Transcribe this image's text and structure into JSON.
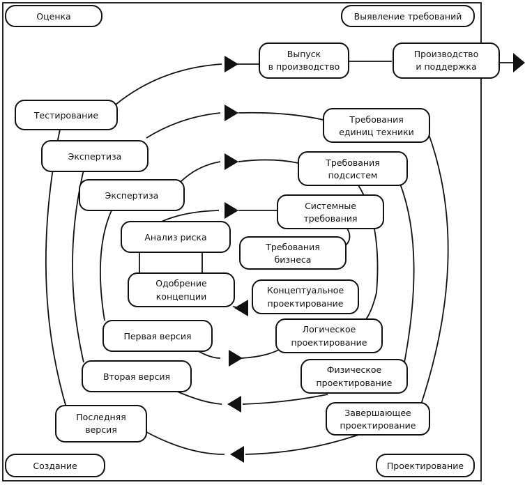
{
  "corners": {
    "top_left": "Оценка",
    "top_right": "Выявление требований",
    "bottom_left": "Создание",
    "bottom_right": "Проектирование"
  },
  "nodes": {
    "release": [
      "Выпуск",
      "в производство"
    ],
    "production": [
      "Производство",
      "и поддержка"
    ],
    "testing": [
      "Тестирование"
    ],
    "unit_requirements": [
      "Требования",
      "единиц техники"
    ],
    "review_outer": [
      "Экспертиза"
    ],
    "subsystem_requirements": [
      "Требования",
      "подсистем"
    ],
    "review_inner": [
      "Экспертиза"
    ],
    "system_requirements": [
      "Системные",
      "требования"
    ],
    "risk_analysis": [
      "Анализ риска"
    ],
    "business_requirements": [
      "Требования",
      "бизнеса"
    ],
    "concept_approval": [
      "Одобрение",
      "концепции"
    ],
    "conceptual_design": [
      "Концептуальное",
      "проектирование"
    ],
    "first_version": [
      "Первая версия"
    ],
    "logical_design": [
      "Логическое",
      "проектирование"
    ],
    "second_version": [
      "Вторая версия"
    ],
    "physical_design": [
      "Физическое",
      "проектирование"
    ],
    "final_version": [
      "Последняя",
      "версия"
    ],
    "final_design": [
      "Завершающее",
      "проектирование"
    ]
  }
}
